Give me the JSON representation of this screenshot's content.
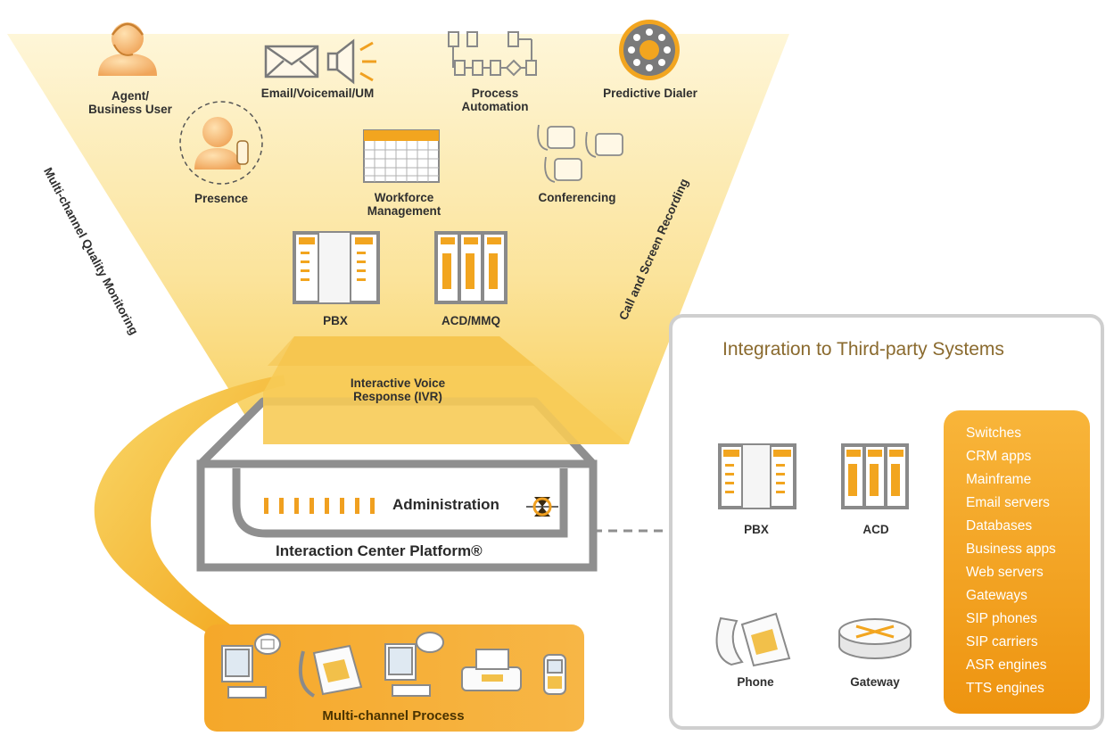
{
  "funnel_items": {
    "agent": "Agent/\nBusiness User",
    "email": "Email/Voicemail/UM",
    "process": "Process\nAutomation",
    "dialer": "Predictive Dialer",
    "presence": "Presence",
    "workforce": "Workforce\nManagement",
    "conferencing": "Conferencing",
    "pbx": "PBX",
    "acd_mmq": "ACD/MMQ",
    "ivr": "Interactive Voice\nResponse (IVR)"
  },
  "side_labels": {
    "left": "Multi-channel Quality Monitoring",
    "right": "Call and Screen Recording"
  },
  "platform": {
    "administration": "Administration",
    "name": "Interaction Center Platform®"
  },
  "process_bar": {
    "label": "Multi-channel Process"
  },
  "integration_panel": {
    "title": "Integration to Third-party Systems",
    "devices": {
      "pbx": "PBX",
      "acd": "ACD",
      "phone": "Phone",
      "gateway": "Gateway"
    },
    "systems": [
      "Switches",
      "CRM apps",
      "Mainframe",
      "Email servers",
      "Databases",
      "Business apps",
      "Web servers",
      "Gateways",
      "SIP phones",
      "SIP carriers",
      "ASR engines",
      "TTS engines"
    ]
  },
  "colors": {
    "funnel_top": "#fdf3cf",
    "funnel_bottom": "#f9d36a",
    "orange": "#f3a21a",
    "orange_dark": "#e48a0a",
    "gray_frame": "#8f8f8f",
    "panel_border": "#c8c8c8"
  }
}
